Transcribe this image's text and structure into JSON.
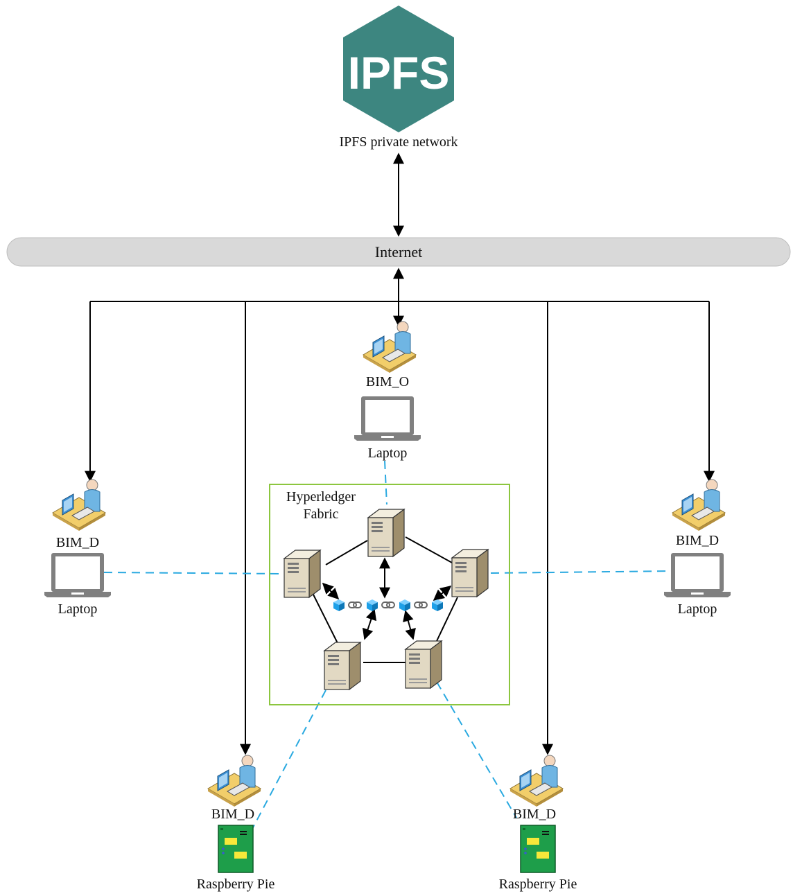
{
  "ipfs": {
    "logo_text": "IPFS",
    "label": "IPFS private network",
    "color": "#3D8680"
  },
  "internet": {
    "label": "Internet",
    "color": "#D9D9D9"
  },
  "fabric": {
    "label_line1": "Hyperledger",
    "label_line2": "Fabric",
    "border_color": "#8CC63F"
  },
  "nodes": {
    "bim_o": {
      "role": "BIM_O",
      "device": "Laptop"
    },
    "bim_d_left": {
      "role": "BIM_D",
      "device": "Laptop"
    },
    "bim_d_right": {
      "role": "BIM_D",
      "device": "Laptop"
    },
    "bim_d_bottom_left": {
      "role": "BIM_D",
      "device": "Raspberry Pie"
    },
    "bim_d_bottom_right": {
      "role": "BIM_D",
      "device": "Raspberry Pie"
    }
  },
  "colors": {
    "arrow": "#000000",
    "dashed_link": "#29A9E0",
    "server_body": "#E2D9C3",
    "laptop": "#808080",
    "board": "#1E9E4A",
    "block": "#1EA0E8"
  },
  "icons": [
    "user-workstation-icon",
    "laptop-icon",
    "server-icon",
    "raspberry-pi-icon",
    "blockchain-icon"
  ]
}
